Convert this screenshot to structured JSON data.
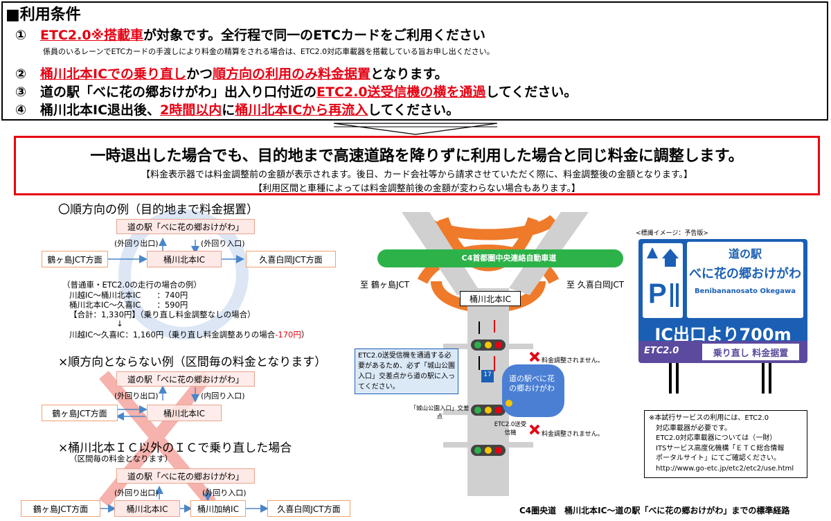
{
  "conditions": {
    "title": "■利用条件",
    "c1_num": "①",
    "c1_a": "ETC2.0",
    "c1_b": "※搭載車",
    "c1_c": "が対象です。全行程で同一のETCカードをご利用ください",
    "c1_note": "係員のいるレーンでETCカードの手渡しにより料金の精算をされる場合は、ETC2.0対応車載器を搭載している旨お申し出ください。",
    "c2_num": "②",
    "c2_a": "桶川北本ICでの乗り直し",
    "c2_b": "かつ",
    "c2_c": "順方向の利用のみ料金据置",
    "c2_d": "となります。",
    "c3_num": "③",
    "c3_a": "道の駅「べに花の郷おけがわ」出入り口付近の",
    "c3_b": "ETC2.0送受信機の横を通過",
    "c3_c": "してください。",
    "c4_num": "④",
    "c4_a": "桶川北本IC退出後、",
    "c4_b": "2時間以内",
    "c4_c": "に",
    "c4_d": "桶川北本ICから再流入",
    "c4_e": "してください。"
  },
  "banner": {
    "main": "一時退出した場合でも、目的地まで高速道路を降りずに利用した場合と同じ料金に調整します。",
    "sub1": "【料金表示器では料金調整前の金額が表示されます。後日、カード会社等から請求させていただく際に、料金調整後の金額となります。】",
    "sub2": "【利用区間と車種によっては料金調整前後の金額が変わらない場合もあります。】"
  },
  "ex1": {
    "header": "〇順方向の例（目的地まで料金据置）",
    "station": "道の駅「べに花の郷おけがわ」",
    "exit_label": "(外回り出口)",
    "entry_label": "(外回り入口)",
    "left": "鶴ヶ島JCT方面",
    "center": "桶川北本IC",
    "right": "久喜白岡JCT方面",
    "calc_title": "（普通車・ETC2.0の走行の場合の例）",
    "calc1": "川越IC～桶川北本IC　　：740円",
    "calc2": "桶川北本IC～久喜IC　　：590円",
    "calc3": "【合計：1,330円】（乗り直し料金調整なしの場合）",
    "calc_arrow": "↓",
    "calc4": "川越IC～久喜IC：1,160円（乗り直し料金調整ありの場合",
    "calc4_red": "-170円",
    "calc4_end": "）"
  },
  "ex2": {
    "header": "×順方向とならない例（区間毎の料金となります）",
    "station": "道の駅「べに花の郷おけがわ」",
    "exit_label": "(外回り出口)",
    "entry_label": "(内回り入口)",
    "left": "鶴ヶ島JCT方面",
    "center": "桶川北本IC"
  },
  "ex3": {
    "header": "×桶川北本ＩＣ以外のＩＣで乗り直した場合",
    "subheader": "（区間毎の料金となります）",
    "station": "道の駅「べに花の郷おけがわ」",
    "exit_label": "(外回り出口)",
    "entry_label": "(外回り入口)",
    "left": "鶴ヶ島JCT方面",
    "center1": "桶川北本IC",
    "center2": "桶川加納IC",
    "right": "久喜白岡JCT方面"
  },
  "map": {
    "expressway": "C4首都圏中央連絡自動車道",
    "to_left": "至 鶴ヶ島JCT",
    "to_right": "至 久喜白岡JCT",
    "ic_label": "桶川北本IC",
    "route_no": "17",
    "station_label": "道の駅べに花の郷おけがわ",
    "callout": "ETC2.0送受信機を通過する必要があるため、必ず「城山公園入口」交差点から道の駅に入ってください。",
    "no_adjust1": "料金調整されません。",
    "no_adjust2": "料金調整されません。",
    "intersection": "「城山公園入口」交差点",
    "receiver": "ETC2.0送受信機"
  },
  "sign": {
    "note": "<標識イメージ：予告版>",
    "title": "道の駅",
    "name": "べに花の郷おけがわ",
    "romaji": "Benibananosato Okegawa",
    "distance": "IC出口より700m",
    "etc": "ETC2.0",
    "bottom": "乗り直し 料金据置"
  },
  "footnote": {
    "l1": "※本試行サービスの利用には、ETC2.0",
    "l2": "対応車載器が必要です。",
    "l3": "ETC2.0対応車載器については（一財）",
    "l4": "ITSサービス高度化機構「ＥＴＣ総合情報",
    "l5": "ポータルサイト」にてご確認ください。",
    "l6": "http://www.go-etc.jp/etc2/etc2/use.html"
  },
  "caption": "C4圏央道　桶川北本IC～道の駅「べに花の郷おけがわ」までの標準経路",
  "colors": {
    "red": "#e60012",
    "green": "#2db24a",
    "orange": "#ee7a2a",
    "blue": "#1a5fb4",
    "purple": "#5b4a9e"
  }
}
